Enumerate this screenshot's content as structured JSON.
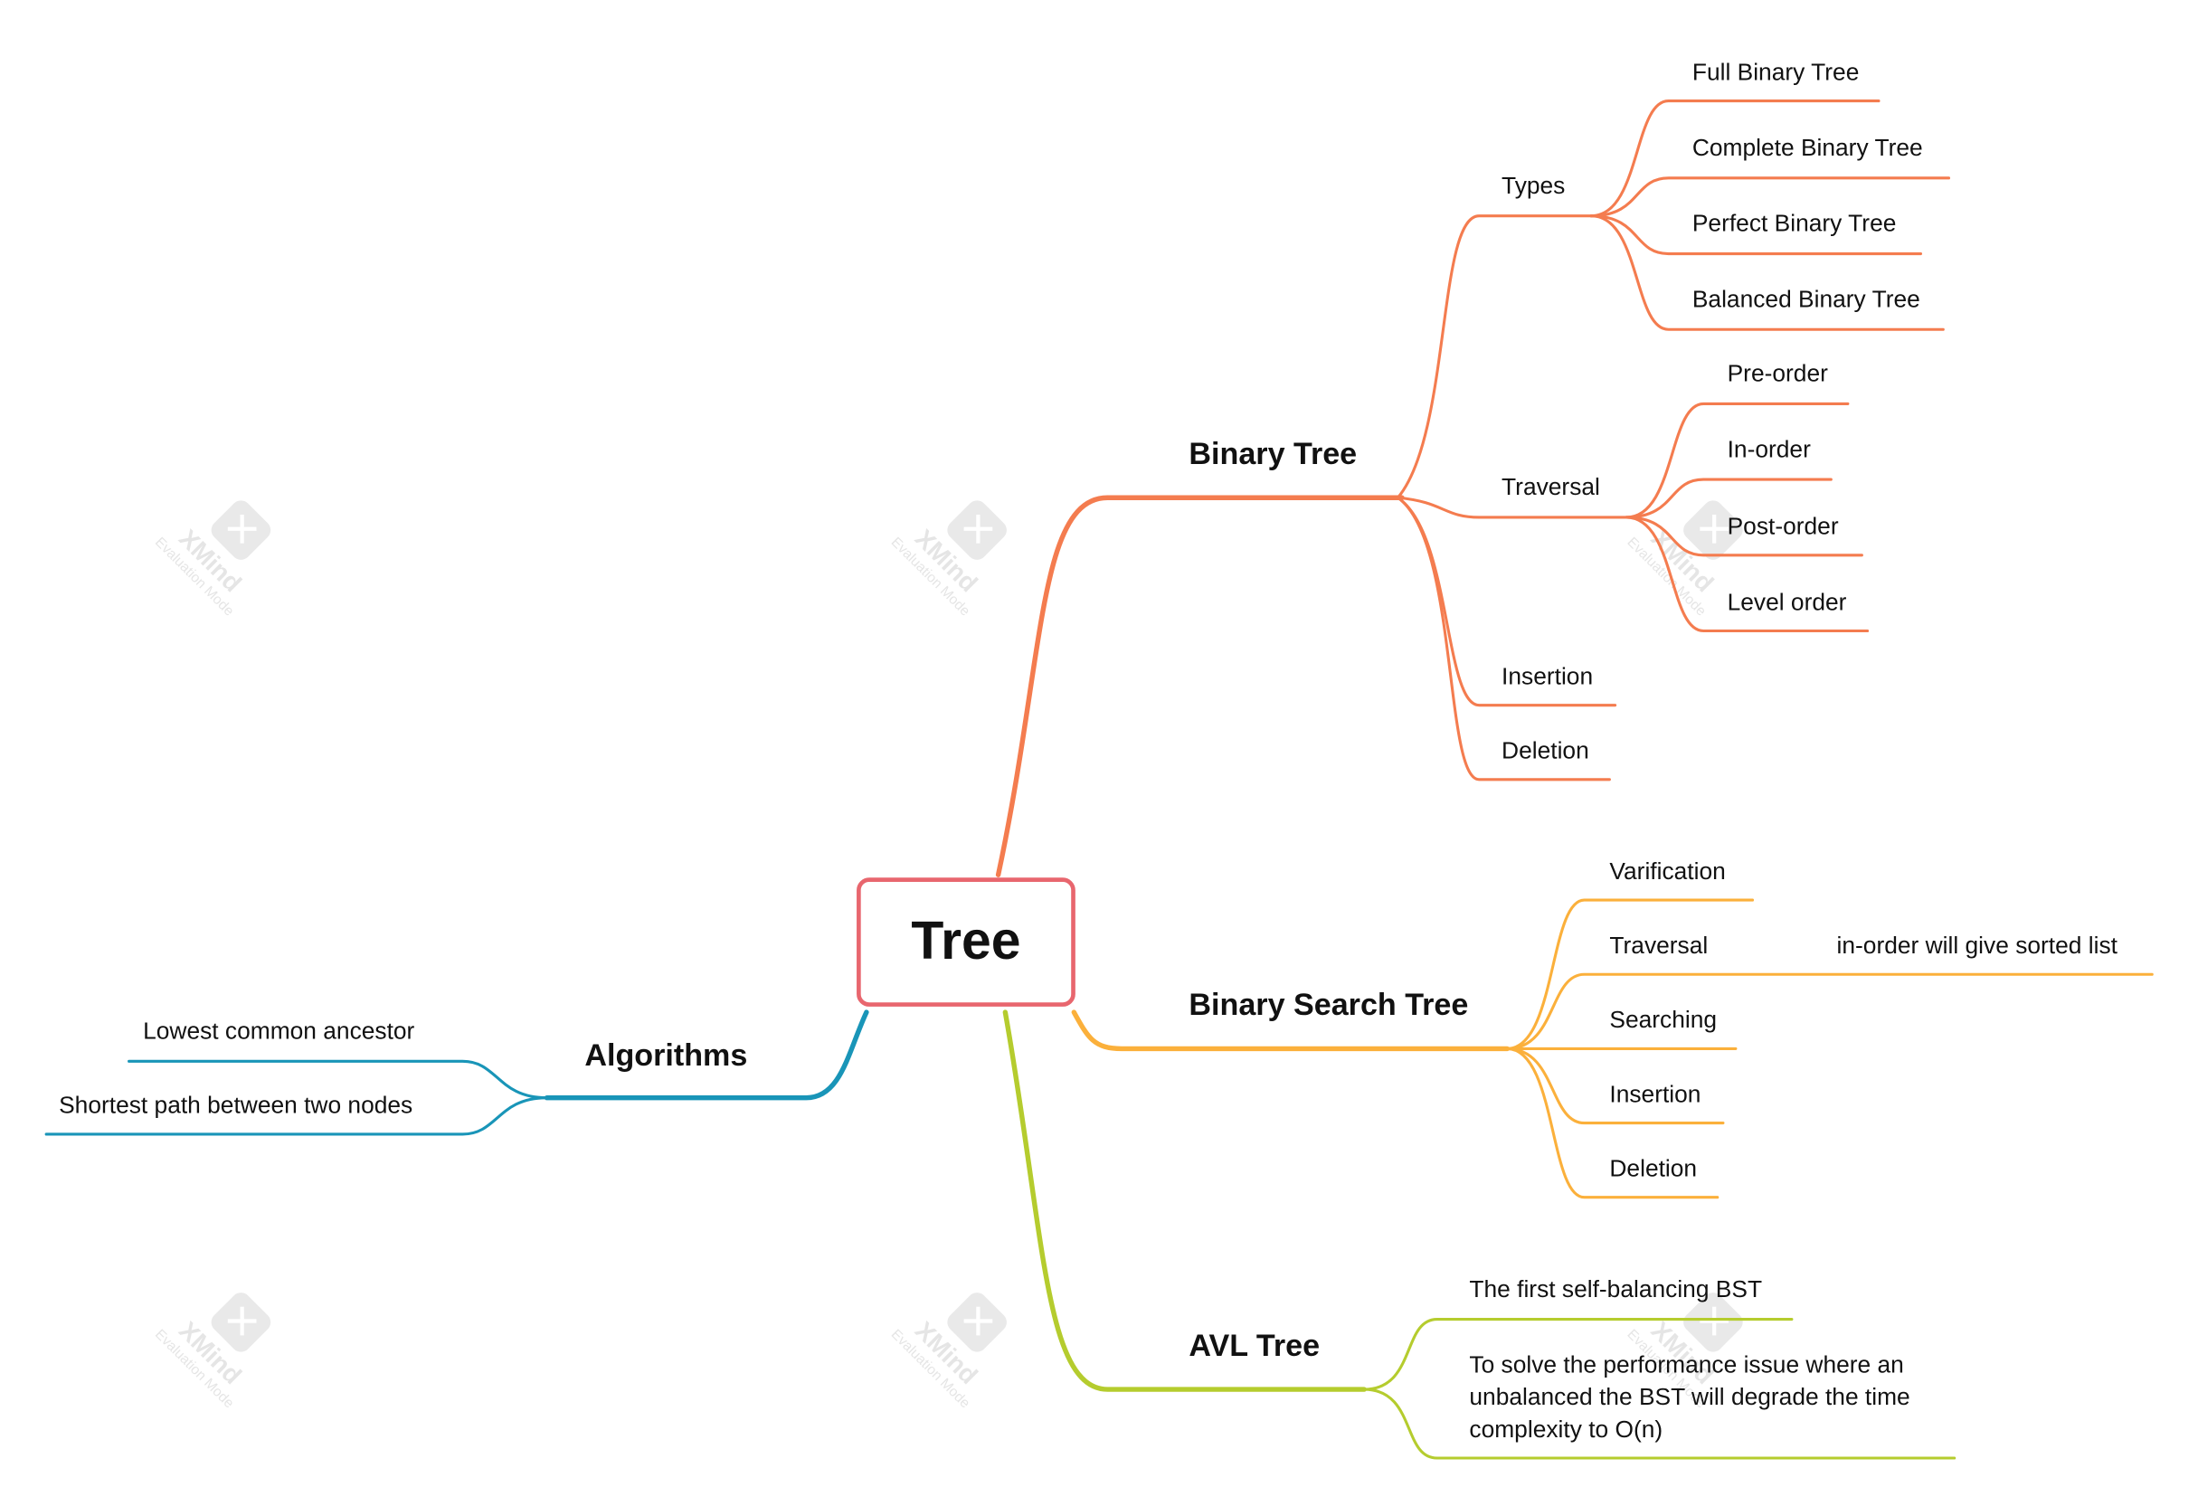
{
  "watermark": {
    "icon": "xmind-logo-icon",
    "brand": "XMind",
    "mode": "Evaluation Mode"
  },
  "colors": {
    "root": "#e8666e",
    "binary_tree": "#f47c4f",
    "bst": "#fbb03b",
    "avl": "#b5cc2e",
    "algorithms": "#1995b8"
  },
  "root": {
    "label": "Tree"
  },
  "binary_tree": {
    "label": "Binary Tree",
    "types": {
      "label": "Types",
      "items": [
        "Full Binary Tree",
        "Complete Binary Tree",
        "Perfect Binary Tree",
        "Balanced Binary Tree"
      ]
    },
    "traversal": {
      "label": "Traversal",
      "items": [
        "Pre-order",
        "In-order",
        "Post-order",
        "Level order"
      ]
    },
    "insertion": "Insertion",
    "deletion": "Deletion"
  },
  "bst": {
    "label": "Binary Search Tree",
    "varification": "Varification",
    "traversal": {
      "label": "Traversal",
      "note": "in-order will give sorted list"
    },
    "searching": "Searching",
    "insertion": "Insertion",
    "deletion": "Deletion"
  },
  "avl": {
    "label": "AVL Tree",
    "items": [
      "The first self-balancing BST",
      "To solve the performance issue where an unbalanced the BST will degrade the time complexity to O(n)"
    ]
  },
  "algorithms": {
    "label": "Algorithms",
    "items": [
      "Lowest common ancestor",
      "Shortest path between two nodes"
    ]
  }
}
